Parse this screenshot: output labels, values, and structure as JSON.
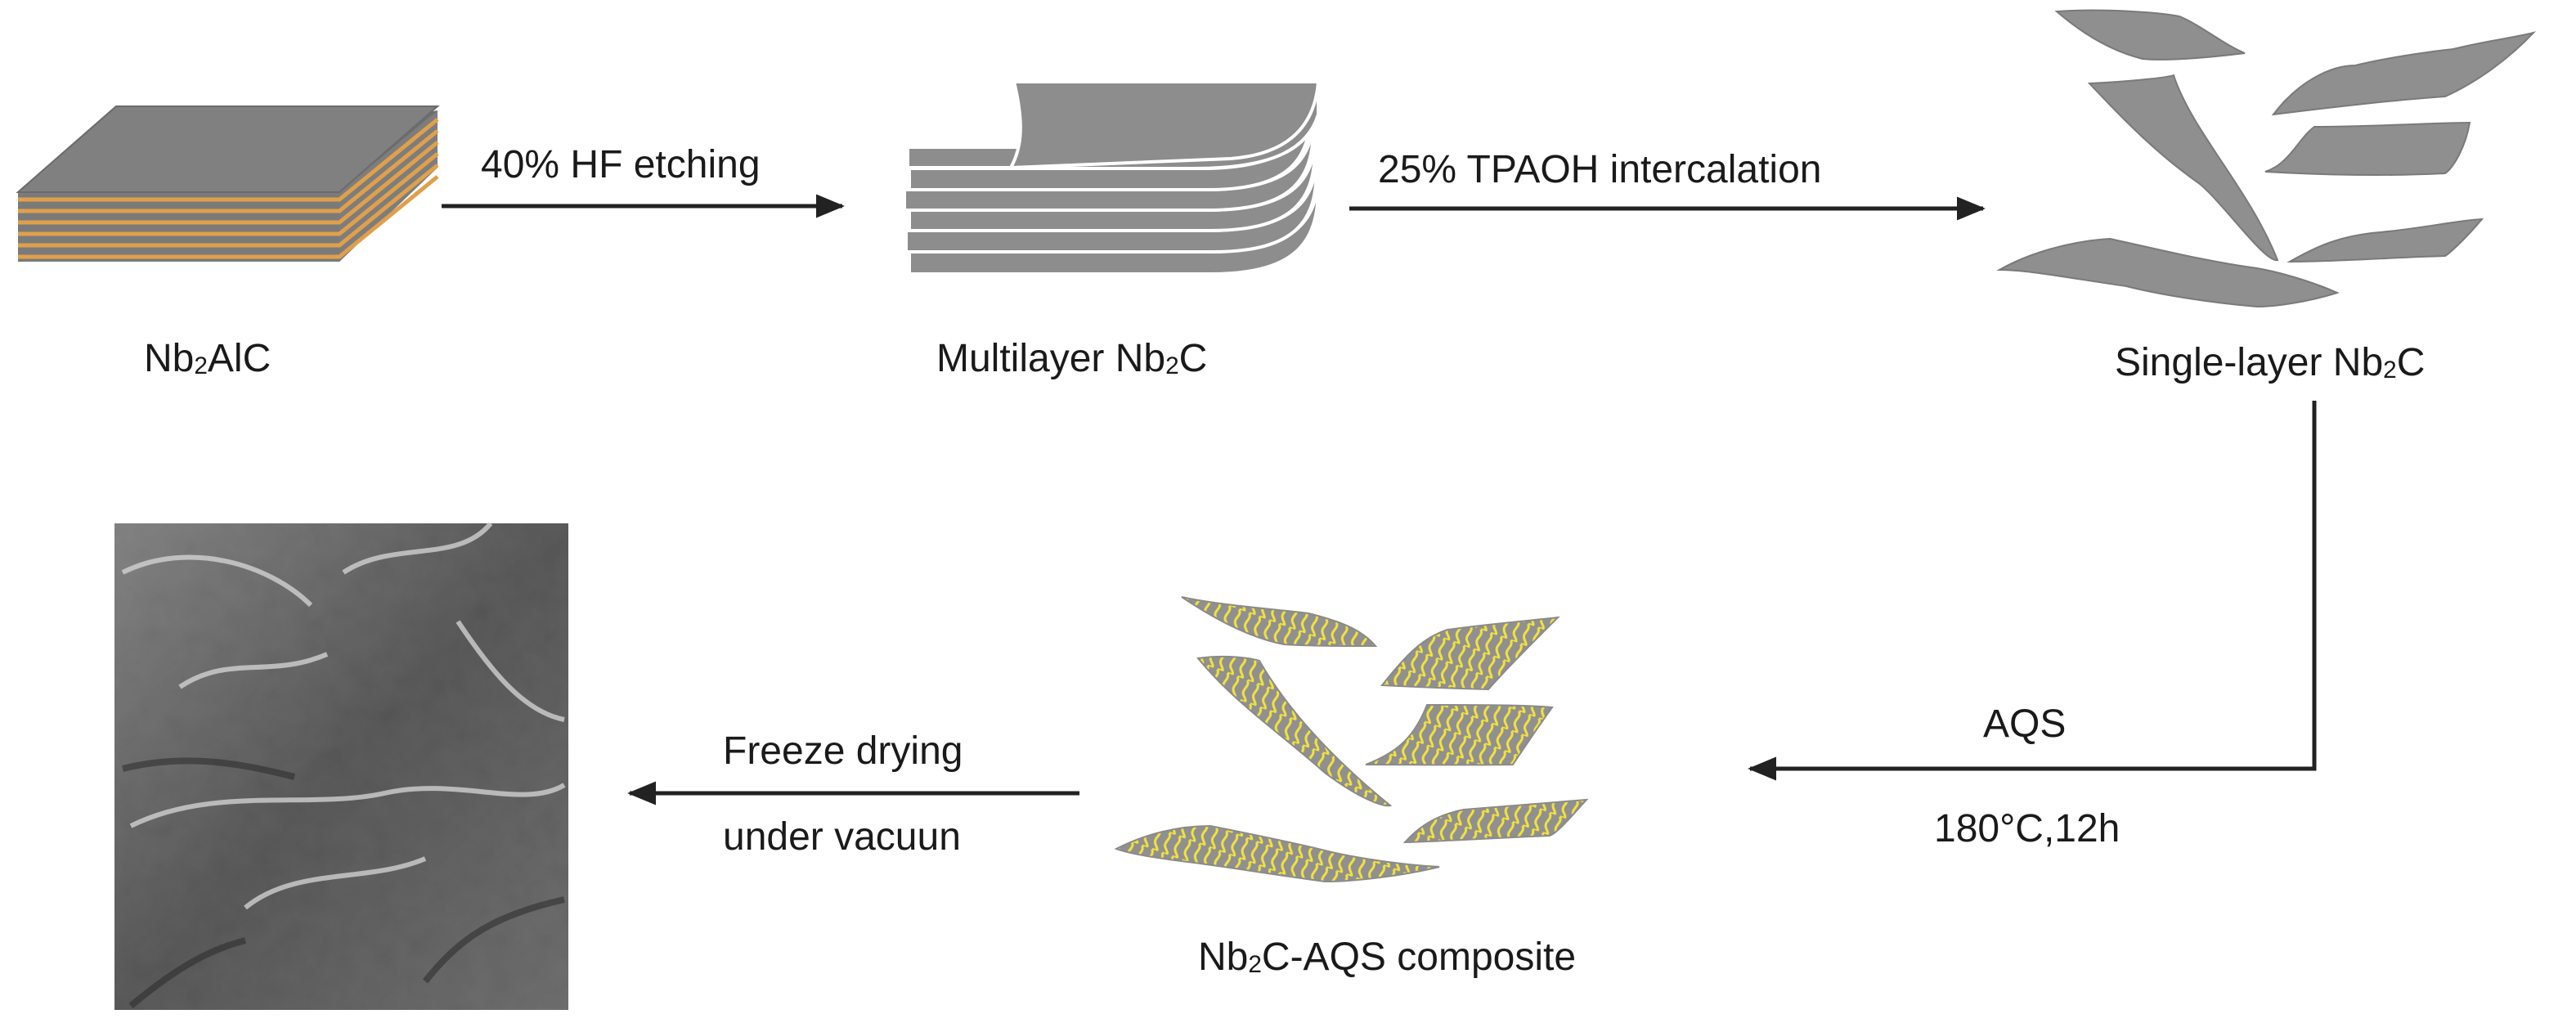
{
  "steps": {
    "etching": "40% HF etching",
    "intercalation": "25% TPAOH intercalation",
    "aqs": "AQS",
    "aqs_conditions": "180°C,12h",
    "freeze_line1": "Freeze drying",
    "freeze_line2": "under vacuun"
  },
  "materials": {
    "max_phase": {
      "pre": "Nb",
      "sub": "2",
      "post": "AlC"
    },
    "multilayer": {
      "pre": "Multilayer Nb",
      "sub": "2",
      "post": "C"
    },
    "single_layer": {
      "pre": "Single-layer Nb",
      "sub": "2",
      "post": "C"
    },
    "composite": {
      "pre": "Nb",
      "sub": "2",
      "post": "C-AQS composite"
    }
  },
  "colors": {
    "sheet_gray": "#8f8f8f",
    "layer_orange": "#e0a04a",
    "aqs_yellow": "#f2e23a",
    "arrow": "#222222"
  }
}
